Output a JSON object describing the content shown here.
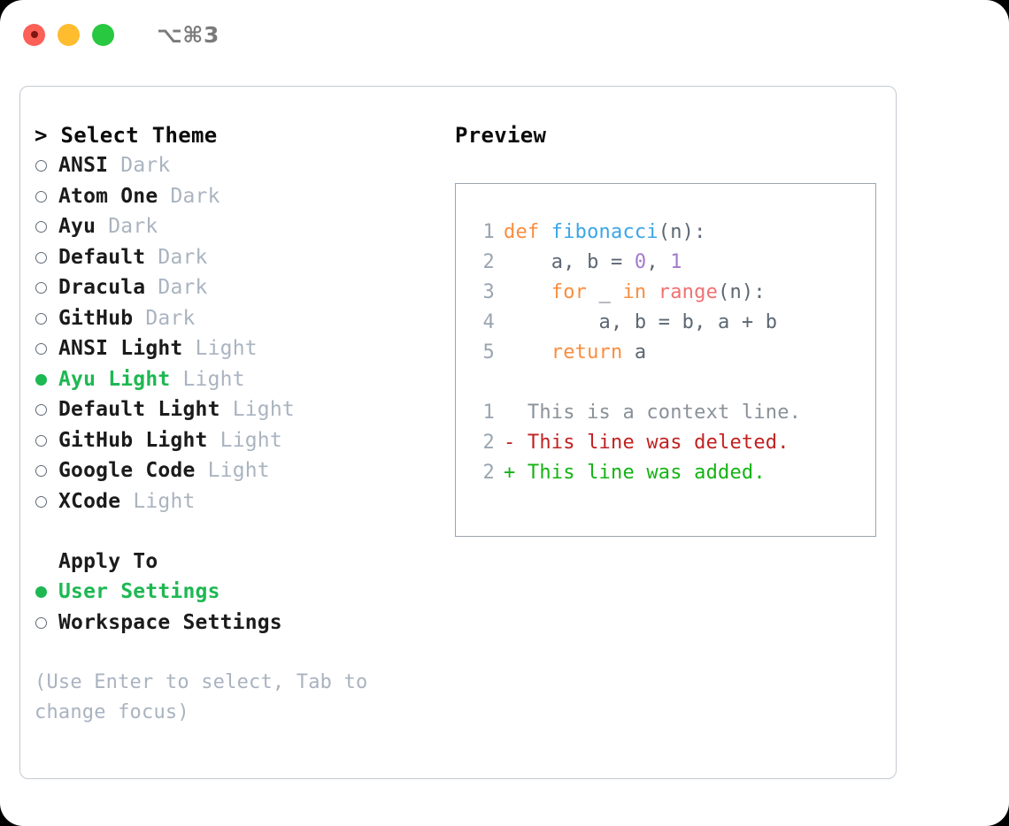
{
  "titlebar": {
    "shortcut": "⌥⌘3",
    "buttons": [
      "close",
      "minimize",
      "maximize"
    ]
  },
  "theme_list": {
    "heading": "> Select Theme",
    "items": [
      {
        "bullet": "off",
        "name": "ANSI",
        "variant": "Dark",
        "selected": false
      },
      {
        "bullet": "off",
        "name": "Atom One",
        "variant": "Dark",
        "selected": false
      },
      {
        "bullet": "off",
        "name": "Ayu",
        "variant": "Dark",
        "selected": false
      },
      {
        "bullet": "off",
        "name": "Default",
        "variant": "Dark",
        "selected": false
      },
      {
        "bullet": "off",
        "name": "Dracula",
        "variant": "Dark",
        "selected": false
      },
      {
        "bullet": "off",
        "name": "GitHub",
        "variant": "Dark",
        "selected": false
      },
      {
        "bullet": "off",
        "name": "ANSI Light",
        "variant": "Light",
        "selected": false
      },
      {
        "bullet": "on",
        "name": "Ayu Light",
        "variant": "Light",
        "selected": true
      },
      {
        "bullet": "off",
        "name": "Default Light",
        "variant": "Light",
        "selected": false
      },
      {
        "bullet": "off",
        "name": "GitHub Light",
        "variant": "Light",
        "selected": false
      },
      {
        "bullet": "off",
        "name": "Google Code",
        "variant": "Light",
        "selected": false
      },
      {
        "bullet": "off",
        "name": "XCode",
        "variant": "Light",
        "selected": false
      }
    ]
  },
  "apply_to": {
    "label": "Apply To",
    "items": [
      {
        "bullet": "on",
        "name": "User Settings",
        "selected": true
      },
      {
        "bullet": "off",
        "name": "Workspace Settings",
        "selected": false
      }
    ]
  },
  "hint": "(Use Enter to select, Tab to change focus)",
  "preview": {
    "title": "Preview",
    "code_lines": [
      {
        "lineno": "1",
        "tokens": [
          {
            "text": "def ",
            "type": "kw"
          },
          {
            "text": "fibonacci",
            "type": "fn"
          },
          {
            "text": "(n):",
            "type": "punc"
          }
        ]
      },
      {
        "lineno": "2",
        "tokens": [
          {
            "text": "    a, b = ",
            "type": "var"
          },
          {
            "text": "0",
            "type": "num"
          },
          {
            "text": ", ",
            "type": "punc"
          },
          {
            "text": "1",
            "type": "num"
          }
        ]
      },
      {
        "lineno": "3",
        "tokens": [
          {
            "text": "    for ",
            "type": "kw"
          },
          {
            "text": "_ ",
            "type": "var"
          },
          {
            "text": "in ",
            "type": "kw"
          },
          {
            "text": "range",
            "type": "bi"
          },
          {
            "text": "(n):",
            "type": "punc"
          }
        ]
      },
      {
        "lineno": "4",
        "tokens": [
          {
            "text": "        a, b = b, a + b",
            "type": "var"
          }
        ]
      },
      {
        "lineno": "5",
        "tokens": [
          {
            "text": "    return ",
            "type": "kw"
          },
          {
            "text": "a",
            "type": "var"
          }
        ]
      }
    ],
    "diff_lines": [
      {
        "lineno": "1",
        "marker": "  ",
        "text": "This is a context line.",
        "type": "ctx"
      },
      {
        "lineno": "2",
        "marker": "- ",
        "text": "This line was deleted.",
        "type": "del"
      },
      {
        "lineno": "2",
        "marker": "+ ",
        "text": "This line was added.",
        "type": "add"
      }
    ]
  },
  "colors": {
    "accent_green": "#1eb853",
    "keyword_orange": "#fa8d3e",
    "function_blue": "#3ba5e8",
    "builtin_red": "#f07171",
    "number_purple": "#a37acc",
    "variable_slate": "#5c6773",
    "linenumber_gray": "#9aa5b1",
    "diff_delete_red": "#c22121",
    "diff_add_green": "#13b313",
    "muted_gray": "#aab4c0"
  }
}
